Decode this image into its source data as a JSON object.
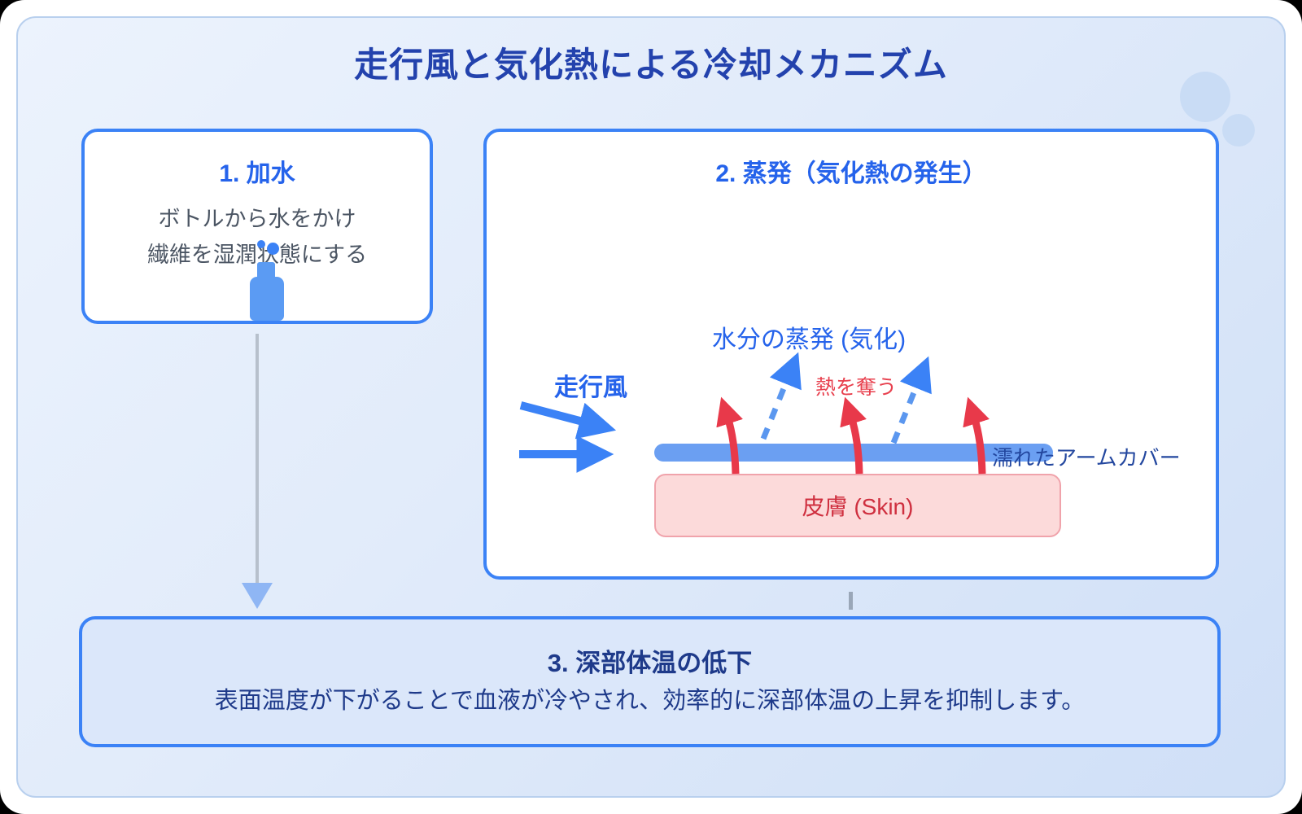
{
  "title": "走行風と気化熱による冷却メカニズム",
  "step1": {
    "heading": "1. 加水",
    "line1": "ボトルから水をかけ",
    "line2": "繊維を湿潤状態にする"
  },
  "step2": {
    "heading": "2. 蒸発（気化熱の発生）",
    "wind_label": "走行風",
    "evaporation_label": "水分の蒸発 (気化)",
    "heat_label": "熱を奪う",
    "cover_label": "濡れたアームカバー",
    "skin_label": "皮膚 (Skin)"
  },
  "step3": {
    "heading": "3. 深部体温の低下",
    "description": "表面温度が下がることで血液が冷やされ、効率的に深部体温の上昇を抑制します。"
  },
  "colors": {
    "accent_blue": "#3b82f6",
    "heading_blue": "#2563eb",
    "title_navy": "#2342ad",
    "deep_navy": "#1e3a8a",
    "arrow_red": "#e8394a",
    "skin_text_red": "#cf2f3f",
    "skin_bg": "#fcdada",
    "skin_border": "#f0a3ab",
    "bar_blue": "#6b9ff2",
    "panel_bg": "#dfe9f9",
    "connector_gray": "#b7c0cc"
  }
}
